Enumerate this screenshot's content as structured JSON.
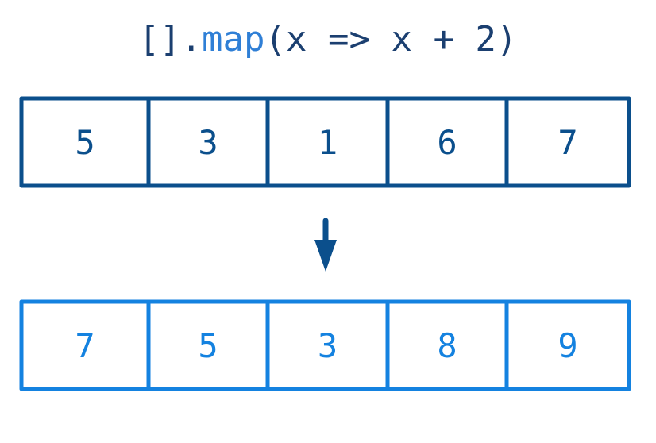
{
  "title": {
    "prefix": "[].",
    "method": "map",
    "args": "(x => x + 2)"
  },
  "input_array": [
    "5",
    "3",
    "1",
    "6",
    "7"
  ],
  "output_array": [
    "7",
    "5",
    "3",
    "8",
    "9"
  ],
  "colors": {
    "input": "#0b4f8c",
    "output": "#1482e0",
    "title_prefix": "#1b3f70",
    "title_method": "#2f7fd6",
    "title_args": "#1b3f70",
    "arrow": "#0b4f8c"
  }
}
